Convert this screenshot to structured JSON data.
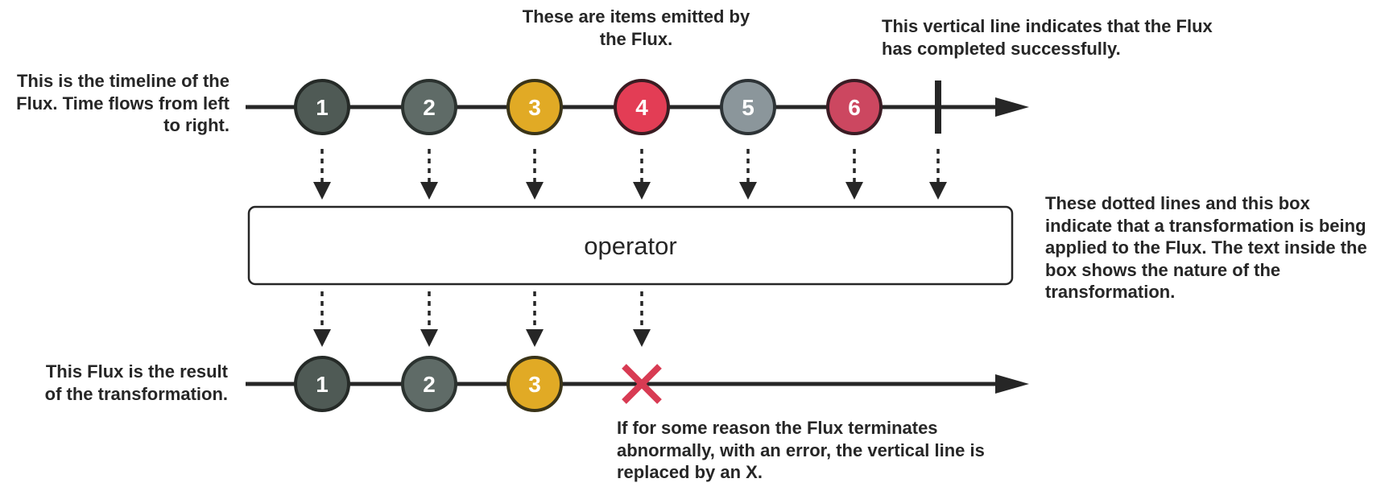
{
  "colors": {
    "line": "#262626",
    "box_border": "#262626",
    "error_x": "#d83b53",
    "marble_text": "#ffffff"
  },
  "marble_style": {
    "1": {
      "fill": "#4f5a55",
      "stroke": "#252a27"
    },
    "2": {
      "fill": "#5f6b67",
      "stroke": "#2b322f"
    },
    "3": {
      "fill": "#e1aa25",
      "stroke": "#3a3418"
    },
    "4": {
      "fill": "#e33d55",
      "stroke": "#3a1c22"
    },
    "5": {
      "fill": "#8b969b",
      "stroke": "#2d3336"
    },
    "6": {
      "fill": "#cc4760",
      "stroke": "#3a1c24"
    }
  },
  "source_flux": {
    "items": [
      "1",
      "2",
      "3",
      "4",
      "5",
      "6"
    ],
    "terminal": "complete"
  },
  "operator": {
    "label": "operator"
  },
  "result_flux": {
    "items": [
      "1",
      "2",
      "3"
    ],
    "terminal": "error"
  },
  "annotations": {
    "items_emitted": [
      "These are items emitted by",
      "the Flux."
    ],
    "completed": [
      "This vertical line indicates that the Flux",
      "has completed successfully."
    ],
    "timeline": [
      "This is the timeline of the",
      "Flux. Time flows from left",
      "to right."
    ],
    "transformation": [
      "These dotted lines and this box",
      "indicate that a transformation is being",
      "applied to the Flux. The text inside the",
      "box shows the nature of the",
      "transformation."
    ],
    "result": [
      "This Flux is the result",
      "of the transformation."
    ],
    "error": [
      "If for some reason the Flux terminates",
      "abnormally, with an error, the vertical line is",
      "replaced by an X."
    ]
  }
}
